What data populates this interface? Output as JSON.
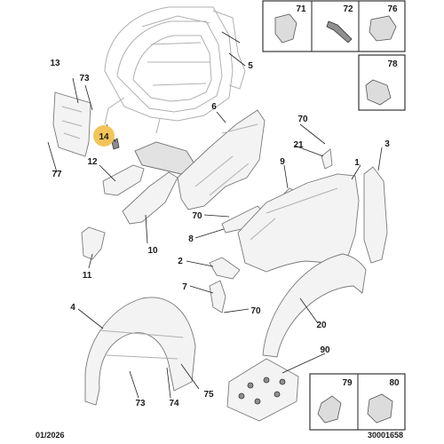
{
  "callouts": {
    "c1": "1",
    "c2": "2",
    "c3": "3",
    "c4": "4",
    "c5": "5",
    "c6": "6",
    "c7": "7",
    "c8": "8",
    "c9": "9",
    "c10": "10",
    "c11": "11",
    "c12": "12",
    "c13": "13",
    "c14": "14",
    "c20": "20",
    "c21": "21",
    "c70a": "70",
    "c70b": "70",
    "c70c": "70",
    "c73a": "73",
    "c73b": "73",
    "c74": "74",
    "c75": "75",
    "c77": "77",
    "c90": "90"
  },
  "fastener_boxes": {
    "top": [
      "71",
      "72",
      "76"
    ],
    "side": "78",
    "bottom": [
      "79",
      "80"
    ]
  },
  "footer": {
    "date": "01/2026",
    "reference": "30001658"
  },
  "colors": {
    "highlight": "#f2c45a",
    "part_fill": "#f3f3f3",
    "outline": "#7a7a7a"
  }
}
